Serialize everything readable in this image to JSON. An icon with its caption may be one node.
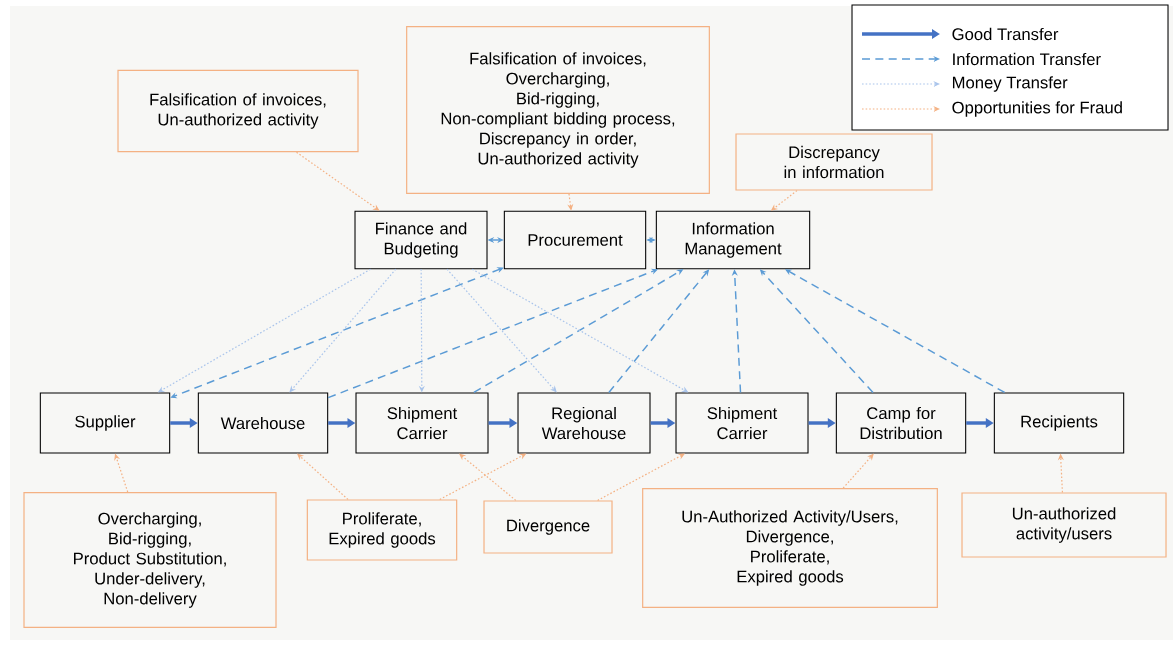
{
  "diagram": {
    "nodes": [
      {
        "text": [
          "Falsification of invoices,",
          "Un-authorized activity"
        ]
      },
      {
        "text": [
          "Falsification of invoices,",
          "Overcharging,",
          "Bid-rigging,",
          "Non-compliant bidding process,",
          "Discrepancy in order,",
          "Un-authorized activity"
        ]
      },
      {
        "text": [
          "Discrepancy in information"
        ]
      },
      {
        "text": [
          "Finance and Budgeting"
        ]
      },
      {
        "text": [
          "Procurement"
        ]
      },
      {
        "text": [
          "Information Management"
        ]
      },
      {
        "text": [
          "Supplier"
        ]
      },
      {
        "text": [
          "Warehouse"
        ]
      },
      {
        "text": [
          "Shipment Carrier"
        ]
      },
      {
        "text": [
          "Regional Warehouse"
        ]
      },
      {
        "text": [
          "Shipment Carrier"
        ]
      },
      {
        "text": [
          "Camp for Distribution"
        ]
      },
      {
        "text": [
          "Recipients"
        ]
      },
      {
        "text": [
          "Overcharging,",
          "Bid-rigging,",
          "Product Substitution,",
          "Under-delivery,",
          "Non-delivery"
        ]
      },
      {
        "text": [
          "Proliferate,",
          "Expired goods"
        ]
      },
      {
        "text": [
          "Divergence"
        ]
      },
      {
        "text": [
          "Un-Authorized Activity/Users,",
          "Divergence,",
          "Proliferate,",
          "Expired goods"
        ]
      },
      {
        "text": [
          "Un-authorized activity/users"
        ]
      }
    ],
    "edges": [
      {
        "from": 6,
        "to": 7,
        "arrow": "to",
        "style": "thick",
        "color": "#4472c4"
      },
      {
        "from": 7,
        "to": 8,
        "arrow": "to",
        "style": "thick",
        "color": "#4472c4"
      },
      {
        "from": 8,
        "to": 9,
        "arrow": "to",
        "style": "thick",
        "color": "#4472c4"
      },
      {
        "from": 9,
        "to": 10,
        "arrow": "to",
        "style": "thick",
        "color": "#4472c4"
      },
      {
        "from": 10,
        "to": 11,
        "arrow": "to",
        "style": "thick",
        "color": "#4472c4"
      },
      {
        "from": 11,
        "to": 12,
        "arrow": "to",
        "style": "thick",
        "color": "#4472c4"
      },
      {
        "from": 3,
        "to": 4,
        "arrow": "both",
        "style": "dashed",
        "color": "#5b9bd5"
      },
      {
        "from": 4,
        "to": 5,
        "arrow": "both",
        "style": "dashed",
        "color": "#5b9bd5"
      },
      {
        "from": 4,
        "to": 6,
        "arrow": "both",
        "style": "dashed",
        "color": "#5b9bd5"
      },
      {
        "from": 7,
        "to": 5,
        "arrow": "to",
        "style": "dashed",
        "color": "#5b9bd5"
      },
      {
        "from": 8,
        "to": 5,
        "arrow": "to",
        "style": "dashed",
        "color": "#5b9bd5"
      },
      {
        "from": 9,
        "to": 5,
        "arrow": "to",
        "style": "dashed",
        "color": "#5b9bd5"
      },
      {
        "from": 10,
        "to": 5,
        "arrow": "to",
        "style": "dashed",
        "color": "#5b9bd5"
      },
      {
        "from": 11,
        "to": 5,
        "arrow": "to",
        "style": "dashed",
        "color": "#5b9bd5"
      },
      {
        "from": 12,
        "to": 5,
        "arrow": "to",
        "style": "dashed",
        "color": "#5b9bd5"
      },
      {
        "from": 3,
        "to": 6,
        "arrow": "to",
        "style": "dashed",
        "color": "#a9c4eb"
      },
      {
        "from": 3,
        "to": 7,
        "arrow": "to",
        "style": "dashed",
        "color": "#a9c4eb"
      },
      {
        "from": 3,
        "to": 8,
        "arrow": "to",
        "style": "dashed",
        "color": "#a9c4eb"
      },
      {
        "from": 3,
        "to": 9,
        "arrow": "to",
        "style": "dashed",
        "color": "#a9c4eb"
      },
      {
        "from": 3,
        "to": 10,
        "arrow": "to",
        "style": "dashed",
        "color": "#a9c4eb"
      },
      {
        "from": 0,
        "to": 3,
        "arrow": "to",
        "style": "dashed",
        "color": "#f4b183"
      },
      {
        "from": 1,
        "to": 4,
        "arrow": "to",
        "style": "dashed",
        "color": "#f4b183"
      },
      {
        "from": 2,
        "to": 5,
        "arrow": "to",
        "style": "dashed",
        "color": "#f4b183"
      },
      {
        "from": 13,
        "to": 6,
        "arrow": "to",
        "style": "dashed",
        "color": "#f4b183"
      },
      {
        "from": 14,
        "to": 7,
        "arrow": "to",
        "style": "dashed",
        "color": "#f4b183"
      },
      {
        "from": 14,
        "to": 9,
        "arrow": "to",
        "style": "dashed",
        "color": "#f4b183"
      },
      {
        "from": 15,
        "to": 8,
        "arrow": "to",
        "style": "dashed",
        "color": "#f4b183"
      },
      {
        "from": 15,
        "to": 10,
        "arrow": "to",
        "style": "dashed",
        "color": "#f4b183"
      },
      {
        "from": 16,
        "to": 11,
        "arrow": "to",
        "style": "dashed",
        "color": "#f4b183"
      },
      {
        "from": 17,
        "to": 12,
        "arrow": "to",
        "style": "dashed",
        "color": "#f4b183"
      }
    ],
    "legend": [
      {
        "text": "Good Transfer"
      },
      {
        "text": "Information Transfer"
      },
      {
        "text": "Money Transfer"
      },
      {
        "text": "Opportunities for Fraud"
      }
    ]
  }
}
